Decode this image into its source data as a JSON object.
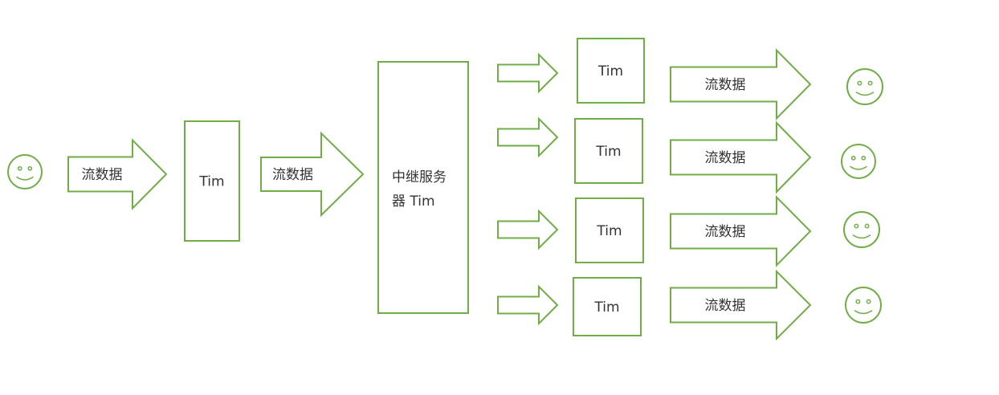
{
  "colors": {
    "stroke": "#70ad47",
    "text": "#333333"
  },
  "source_user": {
    "icon": "smiley-icon"
  },
  "first_arrow": {
    "label": "流数据"
  },
  "first_server": {
    "label": "Tim"
  },
  "second_arrow": {
    "label": "流数据"
  },
  "relay_server": {
    "lines": [
      "中继服务",
      "器 Tim"
    ]
  },
  "branches": [
    {
      "server": "Tim",
      "arrow": "流数据",
      "icon": "smiley-icon"
    },
    {
      "server": "Tim",
      "arrow": "流数据",
      "icon": "smiley-icon"
    },
    {
      "server": "Tim",
      "arrow": "流数据",
      "icon": "smiley-icon"
    },
    {
      "server": "Tim",
      "arrow": "流数据",
      "icon": "smiley-icon"
    }
  ]
}
